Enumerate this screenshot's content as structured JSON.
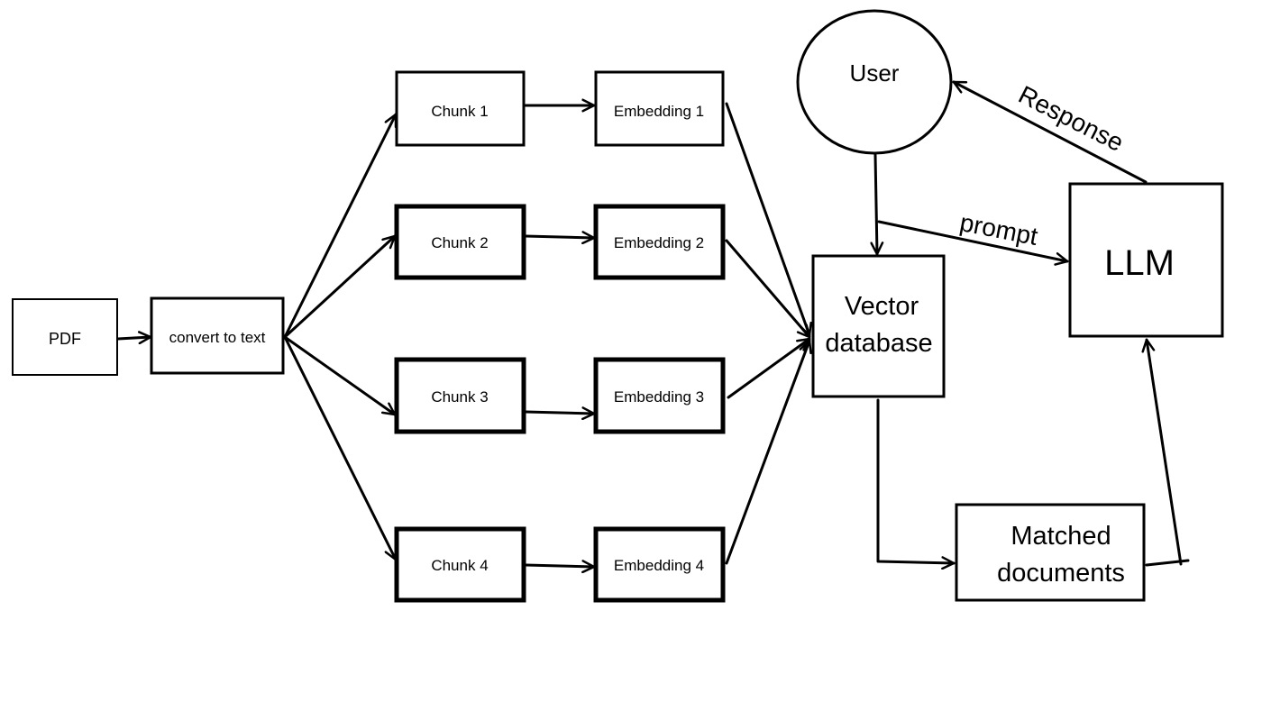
{
  "nodes": {
    "pdf": "PDF",
    "convert": "convert to text",
    "chunk1": "Chunk 1",
    "chunk2": "Chunk 2",
    "chunk3": "Chunk 3",
    "chunk4": "Chunk 4",
    "embedding1": "Embedding 1",
    "embedding2": "Embedding 2",
    "embedding3": "Embedding 3",
    "embedding4": "Embedding 4",
    "vector_db_line1": "Vector",
    "vector_db_line2": "database",
    "user": "User",
    "llm": "LLM",
    "matched_line1": "Matched",
    "matched_line2": "documents"
  },
  "edge_labels": {
    "prompt": "prompt",
    "response": "Response"
  },
  "colors": {
    "stroke": "#000000",
    "background": "#ffffff"
  }
}
